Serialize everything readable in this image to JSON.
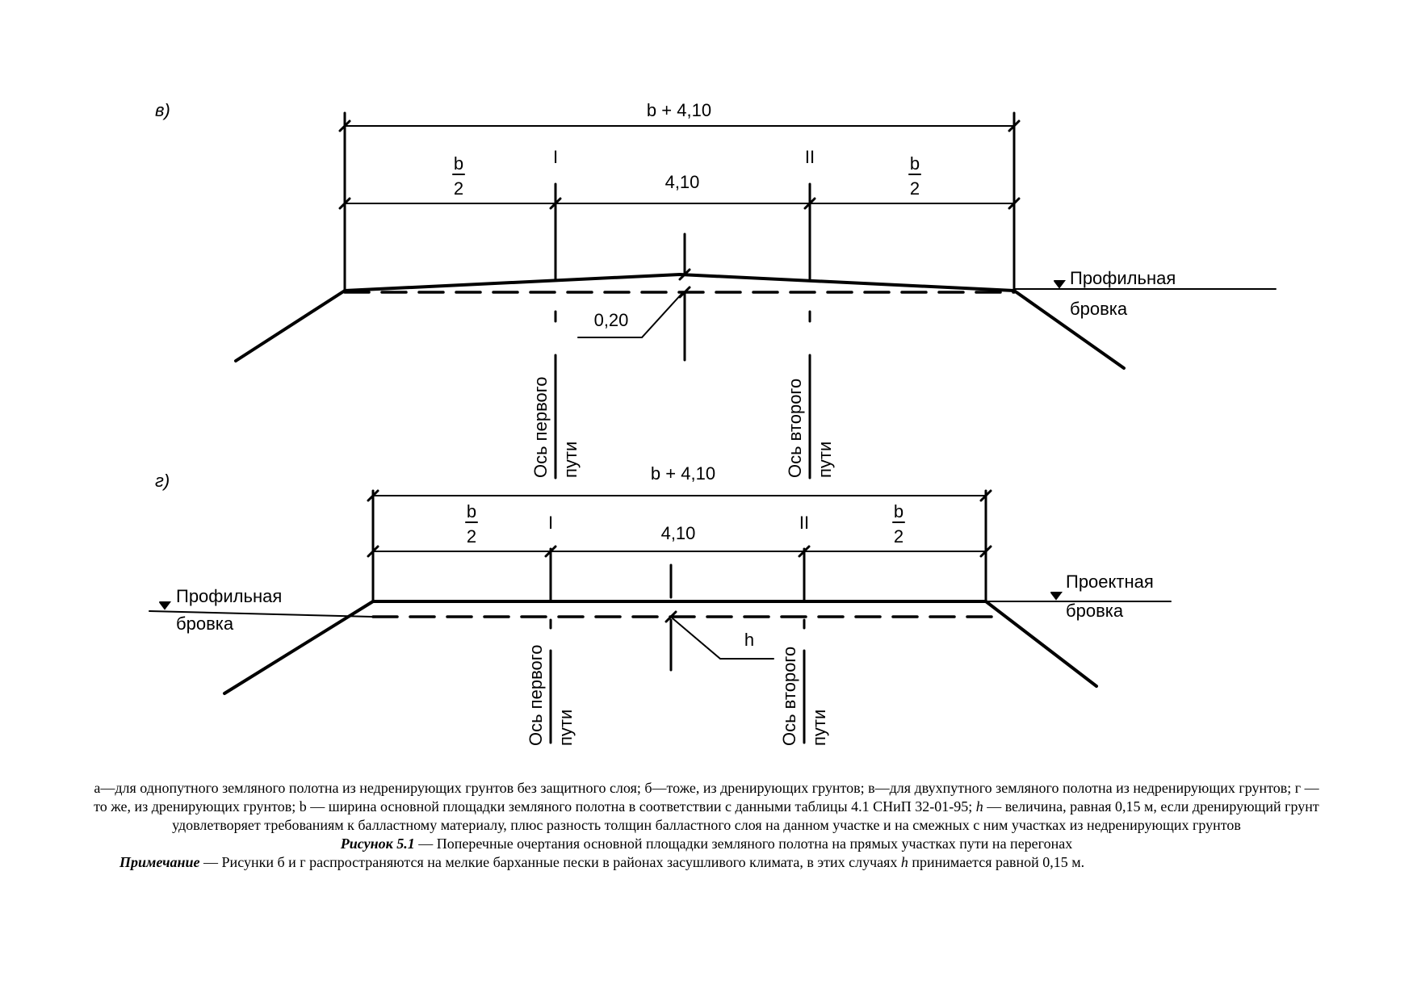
{
  "figure_v": {
    "panel_label": "в)",
    "total_width": "b + 4,10",
    "half_left_num": "b",
    "half_left_den": "2",
    "half_right_num": "b",
    "half_right_den": "2",
    "track_spacing": "4,10",
    "track_one_mark": "I",
    "track_two_mark": "II",
    "crown_height": "0,20",
    "edge_label_line1": "Профильная",
    "edge_label_line2": "бровка",
    "axis_one_line1": "Ось первого",
    "axis_one_line2": "пути",
    "axis_two_line1": "Ось второго",
    "axis_two_line2": "пути"
  },
  "figure_g": {
    "panel_label": "г)",
    "total_width": "b + 4,10",
    "half_left_num": "b",
    "half_left_den": "2",
    "half_right_num": "b",
    "half_right_den": "2",
    "track_spacing": "4,10",
    "track_one_mark": "I",
    "track_two_mark": "II",
    "depth": "h",
    "left_edge_line1": "Профильная",
    "left_edge_line2": "бровка",
    "right_edge_line1": "Проектная",
    "right_edge_line2": "бровка",
    "axis_one_line1": "Ось первого",
    "axis_one_line2": "пути",
    "axis_two_line1": "Ось второго",
    "axis_two_line2": "пути"
  },
  "caption": {
    "legend": "а—для однопутного земляного полотна из недренирующих грунтов без защитного слоя; б—тоже, из дренирующих грунтов; в—для двухпутного земляного полотна из недренирующих грунтов; г — то же, из дренирующих грунтов; b — ширина основной площадки земляного полотна в соответствии с данными таблицы 4.1 СНиП 32-01-95;",
    "legend_h": "h",
    "legend_rest": " — величина, равная 0,15 м, если дренирующий грунт удовлетворяет требованиям к балластному материалу, плюс разность толщин балластного слоя на данном участке и на смежных с ним участках из недренирующих грунтов",
    "figure_label": "Рисунок 5.1",
    "figure_title": " — Поперечные очертания основной площадки земляного полотна на прямых участках пути на перегонах",
    "note_label": "Примечание",
    "note_text_1": " — Рисунки б и г распространяются на мелкие барханные пески в районах засушливого климата, в этих случаях ",
    "note_h": "h",
    "note_text_2": " принимается равной 0,15 м."
  }
}
